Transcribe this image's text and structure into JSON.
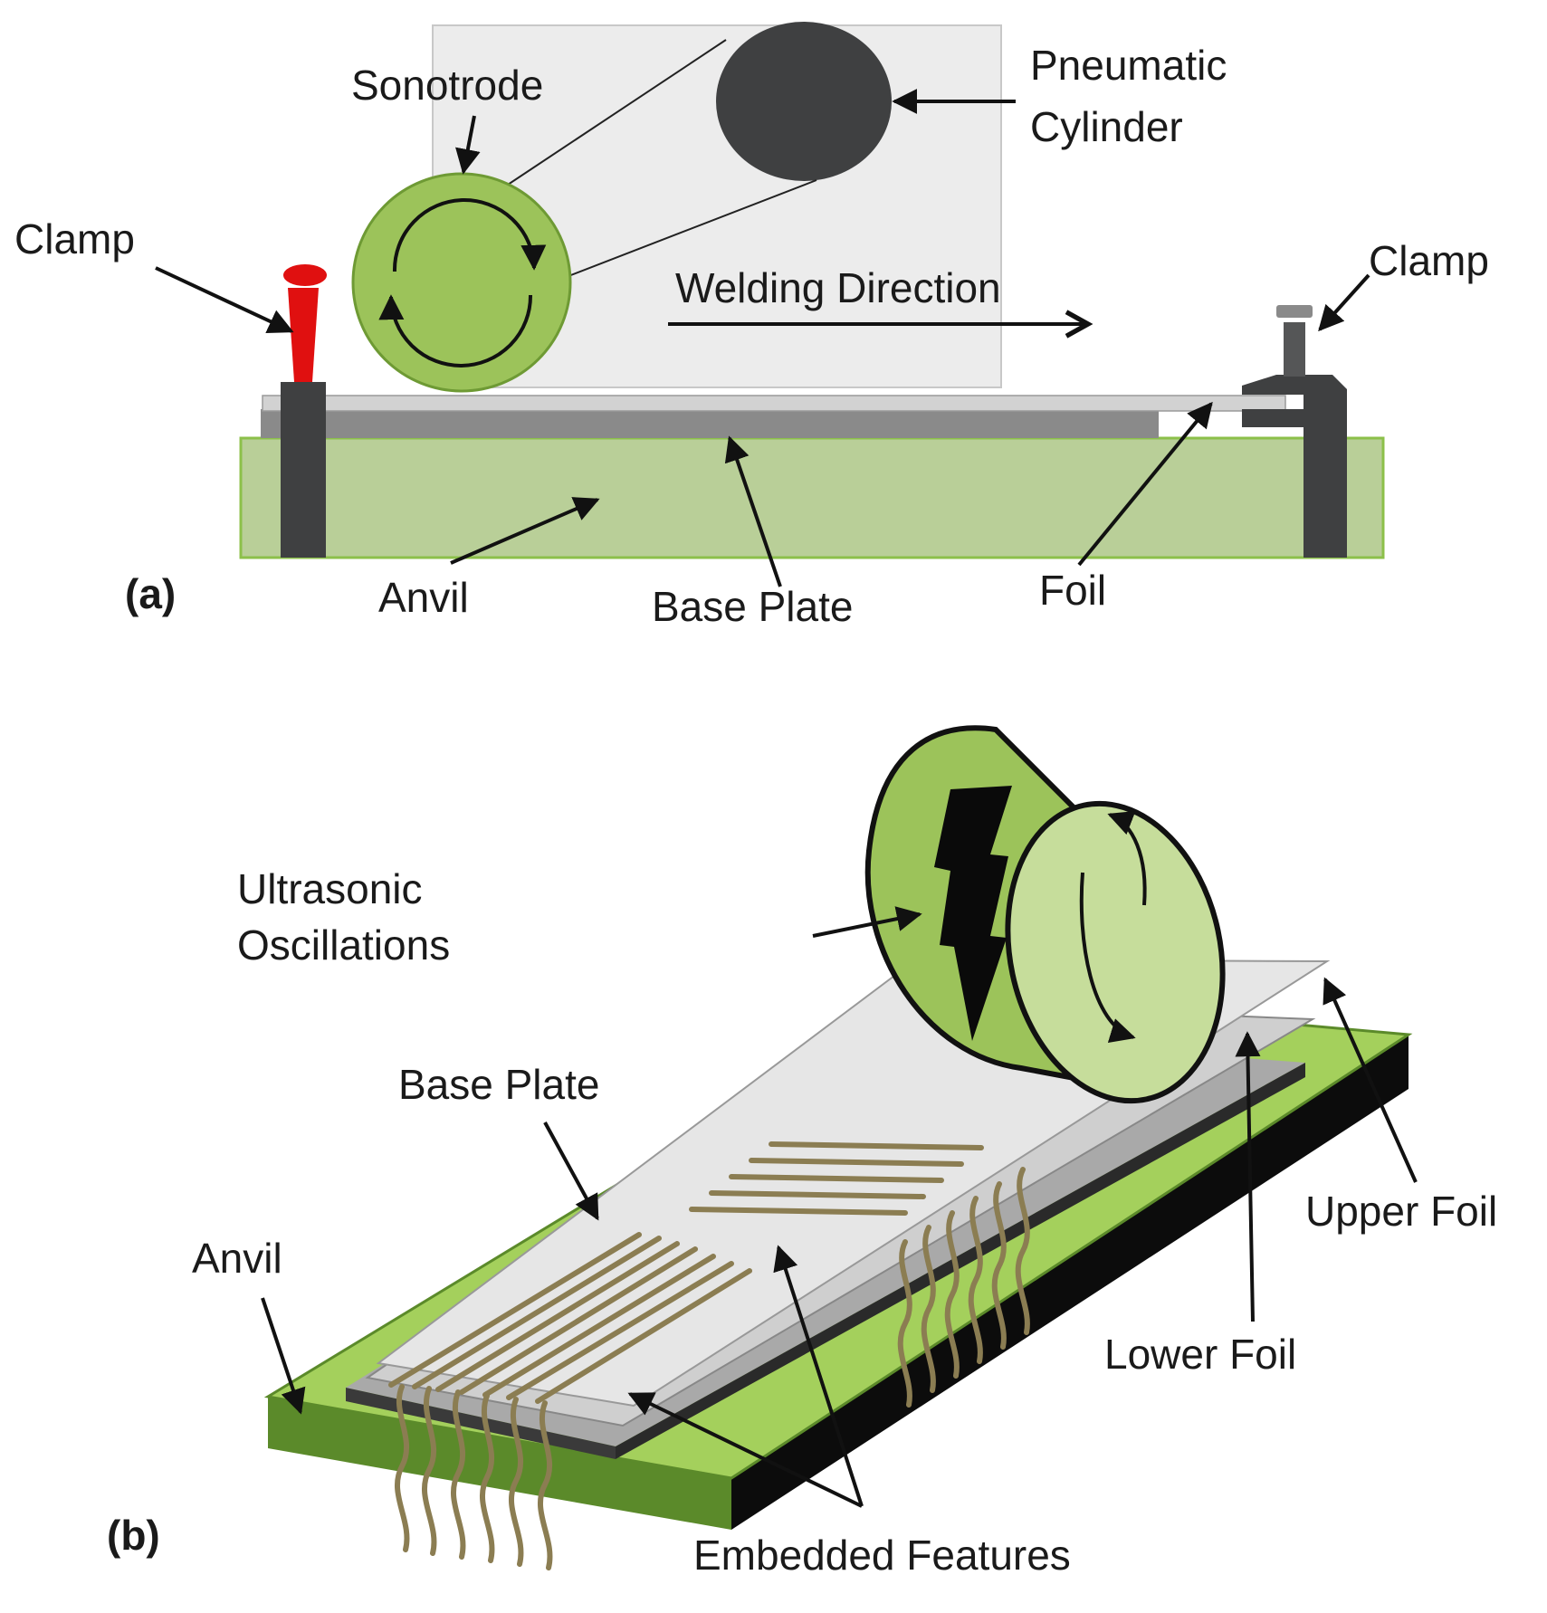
{
  "colors": {
    "sonotrode": "#9cc35a",
    "sonotrode_face": "#c6dd9b",
    "anvil_a": "#b9cf98",
    "anvil_top_b": "#a4d05c",
    "anvil_side_b": "#5b8a2a",
    "clamp_red": "#e01010",
    "clamp_dark": "#3f4041",
    "cylinder": "#3f4041",
    "wire": "#8b7d52"
  },
  "panel_a": {
    "label": "(a)",
    "sonotrode": "Sonotrode",
    "cylinder_line1": "Pneumatic",
    "cylinder_line2": "Cylinder",
    "clamp_left": "Clamp",
    "clamp_right": "Clamp",
    "welding_direction": "Welding Direction",
    "anvil": "Anvil",
    "base_plate": "Base Plate",
    "foil": "Foil"
  },
  "panel_b": {
    "label": "(b)",
    "oscillations_line1": "Ultrasonic",
    "oscillations_line2": "Oscillations",
    "base_plate": "Base Plate",
    "anvil": "Anvil",
    "upper_foil": "Upper Foil",
    "lower_foil": "Lower Foil",
    "embedded_features": "Embedded Features"
  }
}
